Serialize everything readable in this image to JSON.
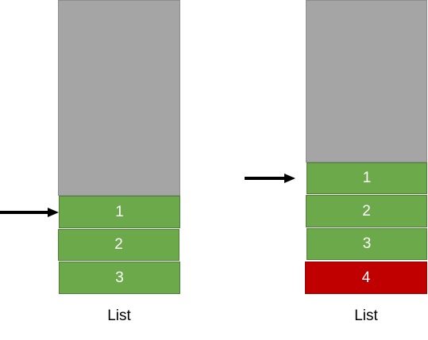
{
  "left_stack": {
    "items": [
      {
        "label": "1",
        "color": "#6ba94a"
      },
      {
        "label": "2",
        "color": "#6ba94a"
      },
      {
        "label": "3",
        "color": "#6ba94a"
      }
    ],
    "caption": "List"
  },
  "right_stack": {
    "items": [
      {
        "label": "1",
        "color": "#6ba94a"
      },
      {
        "label": "2",
        "color": "#6ba94a"
      },
      {
        "label": "3",
        "color": "#6ba94a"
      },
      {
        "label": "4",
        "color": "#c00000"
      }
    ],
    "caption": "List"
  },
  "colors": {
    "empty_slot": "#a5a5a5",
    "existing_item": "#6ba94a",
    "new_item": "#c00000",
    "arrow": "#000000"
  }
}
